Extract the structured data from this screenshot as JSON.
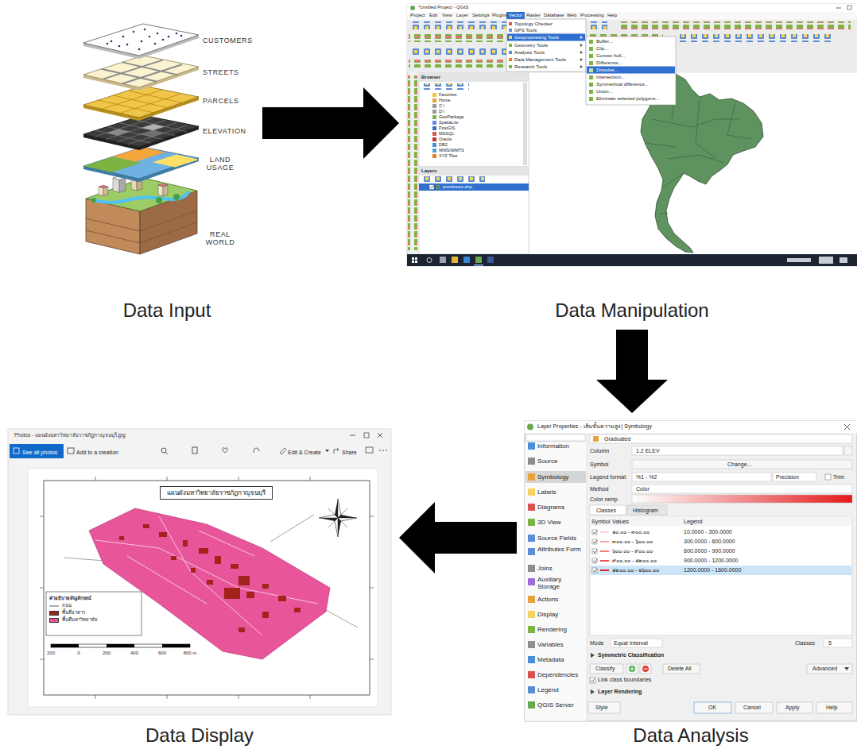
{
  "diagram": {
    "nodes": [
      {
        "text": [
          "Data Input"
        ]
      },
      {
        "text": [
          "Data Manipulation"
        ]
      },
      {
        "text": [
          "Data Analysis"
        ]
      },
      {
        "text": [
          "Data Display"
        ]
      }
    ],
    "edges": [
      {
        "from": 0,
        "to": 1,
        "arrow": "to"
      },
      {
        "from": 1,
        "to": 2,
        "arrow": "to"
      },
      {
        "from": 2,
        "to": 3,
        "arrow": "to"
      }
    ],
    "labels": [
      "CUSTOMERS",
      "STREETS",
      "PARCELS",
      "ELEVATION",
      "LAND USAGE",
      "REAL WORLD",
      "*Untitled Project - QGIS",
      "Project",
      "Edit",
      "View",
      "Layer",
      "Settings",
      "Plugins",
      "Vector",
      "Raster",
      "Database",
      "Web",
      "Processing",
      "Help",
      "Topology Checker",
      "GPS Tools",
      "Geoprocessing Tools",
      "Geometry Tools",
      "Analysis Tools",
      "Data Management Tools",
      "Research Tools",
      "Buffer...",
      "Clip...",
      "Convex hull...",
      "Difference...",
      "Dissolve...",
      "Intersection...",
      "Symmetrical difference...",
      "Union...",
      "Eliminate selected polygons...",
      "Browser",
      "Favorites",
      "Home",
      "C:\\",
      "D:\\",
      "GeoPackage",
      "SpatiaLite",
      "PostGIS",
      "MSSQL",
      "Oracle",
      "DB2",
      "WMS/WMTS",
      "XYZ Tiles",
      "Layers",
      "provinces.shp",
      "Layer Properties - เส้นชั้นความสูง | Symbology",
      "Information",
      "Source",
      "Symbology",
      "Labels",
      "Diagrams",
      "3D View",
      "Source Fields",
      "Attributes Form",
      "Joins",
      "Auxiliary Storage",
      "Actions",
      "Display",
      "Rendering",
      "Variables",
      "Metadata",
      "Dependencies",
      "Legend",
      "QGIS Server",
      "Graduated",
      "Column",
      "1.2 ELEV",
      "Symbol",
      "Change...",
      "Legend format",
      "%1 - %2",
      "Precision",
      "Trim",
      "Method",
      "Color",
      "Color ramp",
      "Classes",
      "Histogram",
      "Symbol",
      "Values",
      "Legend",
      "๑๐.๐๐ - ๓๐๐.๐๐",
      "10.0000 - 300.0000",
      "๓๐๐.๐๐ - ๖๐๐.๐๐",
      "300.0000 - 600.0000",
      "๖๐๐.๐๐ - ๙๐๐.๐๐",
      "600.0000 - 900.0000",
      "๙๐๐.๐๐ - ๑๒๐๐.๐๐",
      "900.0000 - 1200.0000",
      "๑๒๐๐.๐๐ - ๑๖๐๐.๐๐",
      "1200.0000 - 1600.0000",
      "Mode",
      "Equal Interval",
      "Classes",
      "5",
      "Symmetric Classification",
      "Classify",
      "Delete All",
      "Advanced",
      "Link class boundaries",
      "Layer Rendering",
      "Style",
      "OK",
      "Cancel",
      "Apply",
      "Help",
      "Photos - แผนผังมหาวิทยาลัยราชภัฏกาญจนบุรี.jpg",
      "See all photos",
      "Add to a creation",
      "Edit & Create",
      "Share",
      "แผนผังมหาวิทยาลัยราชภัฏกาญจนบุรี",
      "คำอธิบายสัญลักษณ์",
      "200",
      "0",
      "200",
      "400",
      "600",
      "800 m"
    ],
    "legend": [
      {
        "text": "ถนน"
      },
      {
        "text": "พื้นที่อาคาร",
        "color": "#a3231c"
      },
      {
        "text": "พื้นที่มหาวิทยาลัย",
        "color": "#e8559a"
      }
    ]
  }
}
